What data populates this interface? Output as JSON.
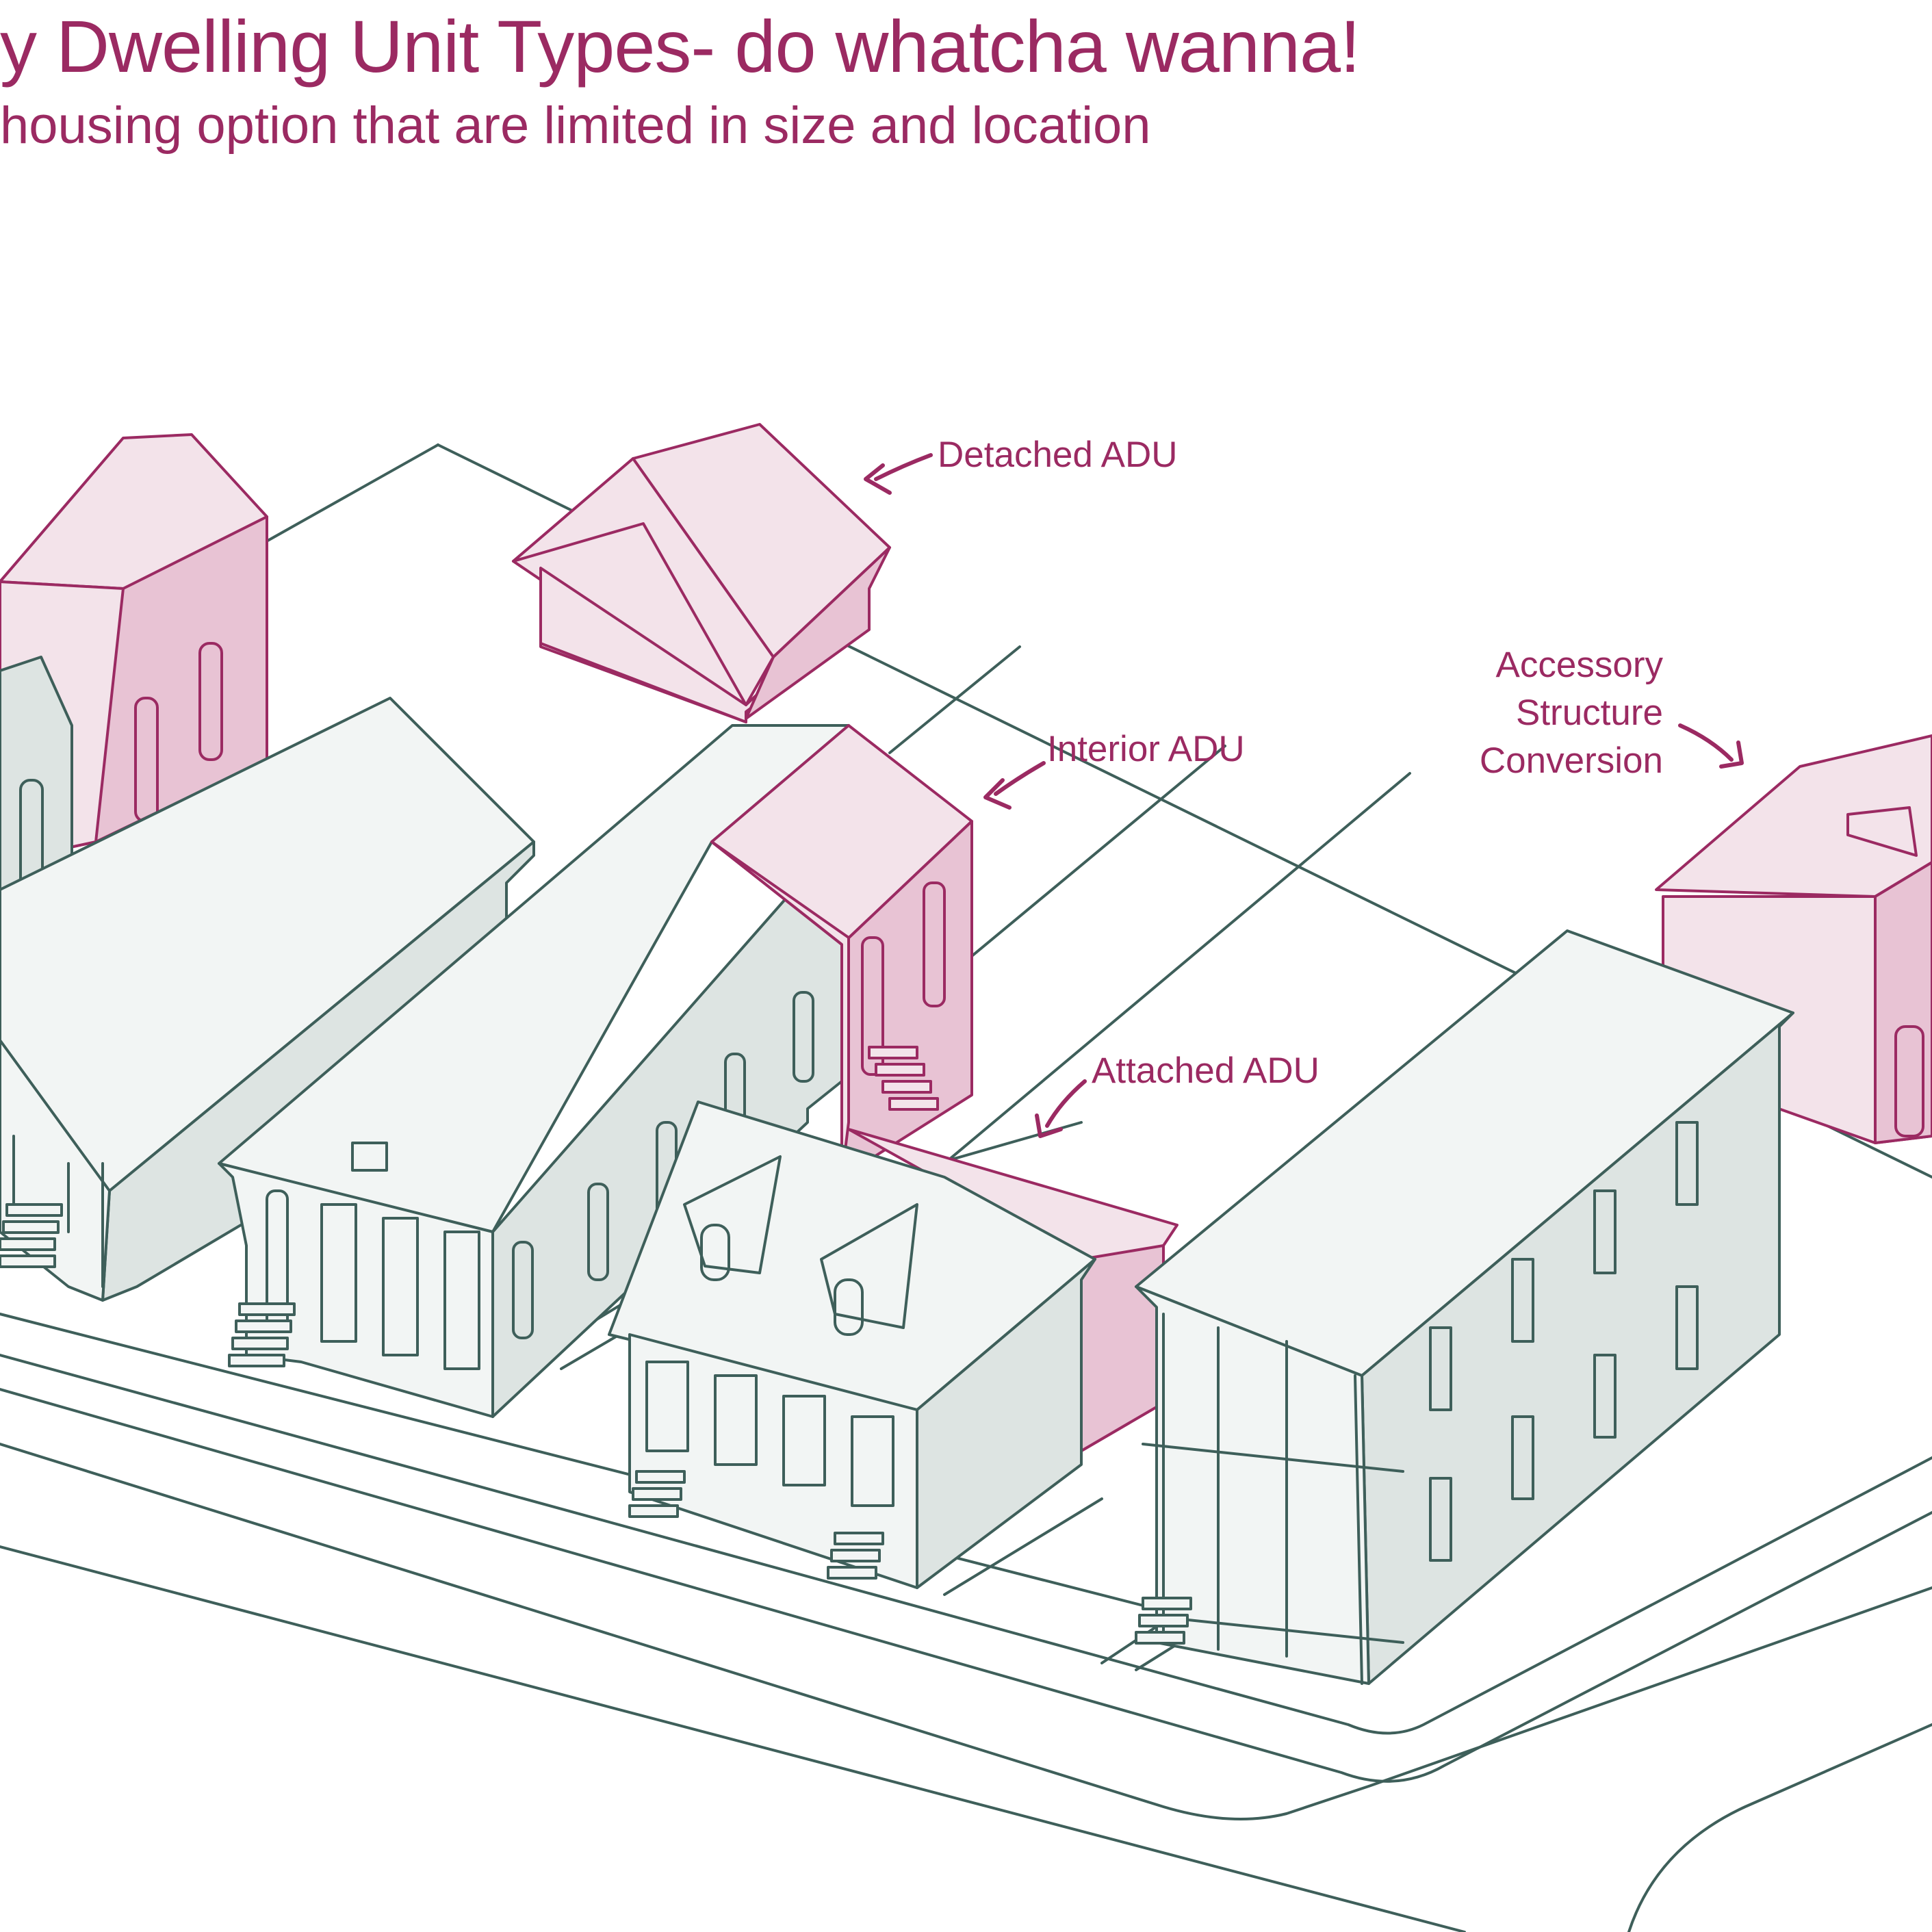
{
  "header": {
    "title": "y Dwelling Unit Types- do whatcha wanna!",
    "subtitle": "housing option that are limited in size and location"
  },
  "labels": {
    "detached": "Detached ADU",
    "interior": "Interior ADU",
    "attached": "Attached ADU",
    "accessory_line1": "Accessory",
    "accessory_line2": "Structure",
    "accessory_line3": "Conversion"
  },
  "colors": {
    "accent_text": "#9b2a62",
    "adu_fill_light": "#f3e3ea",
    "adu_fill_dark": "#e8c3d4",
    "house_fill_light": "#f2f5f4",
    "house_fill_dark": "#dde4e2",
    "line_ink": "#3e5f5a"
  }
}
